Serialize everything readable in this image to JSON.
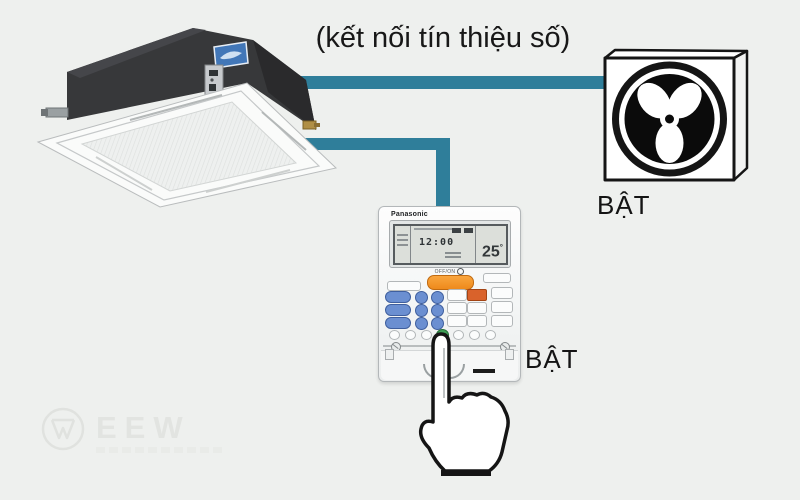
{
  "colors": {
    "background": "#eef0ee",
    "wire": "#2f7e9a",
    "indoor_unit_dark": "#37383a",
    "power_button_orange": "#f08c1e",
    "key_blue": "#6b8fd1",
    "key_green": "#3f9e56",
    "key_red": "#d9622b",
    "outline_black": "#151515",
    "watermark_gray": "#e3e5e2"
  },
  "caption": {
    "text": "(kết nối tín thiệu số)"
  },
  "indoor_unit": {
    "name": "ceiling-cassette-indoor-unit"
  },
  "outdoor_unit": {
    "name": "outdoor-unit",
    "icon": "fan-icon",
    "status_label": "BẬT"
  },
  "remote": {
    "name": "wired-remote-controller",
    "brand": "Panasonic",
    "power_label": "OFF/ON",
    "display": {
      "time": "12:00",
      "temperature": "25",
      "unit": "°"
    },
    "status_label": "BẬT"
  },
  "pointer": {
    "icon": "hand-pointer-icon"
  },
  "watermark": {
    "text": "EEW"
  }
}
